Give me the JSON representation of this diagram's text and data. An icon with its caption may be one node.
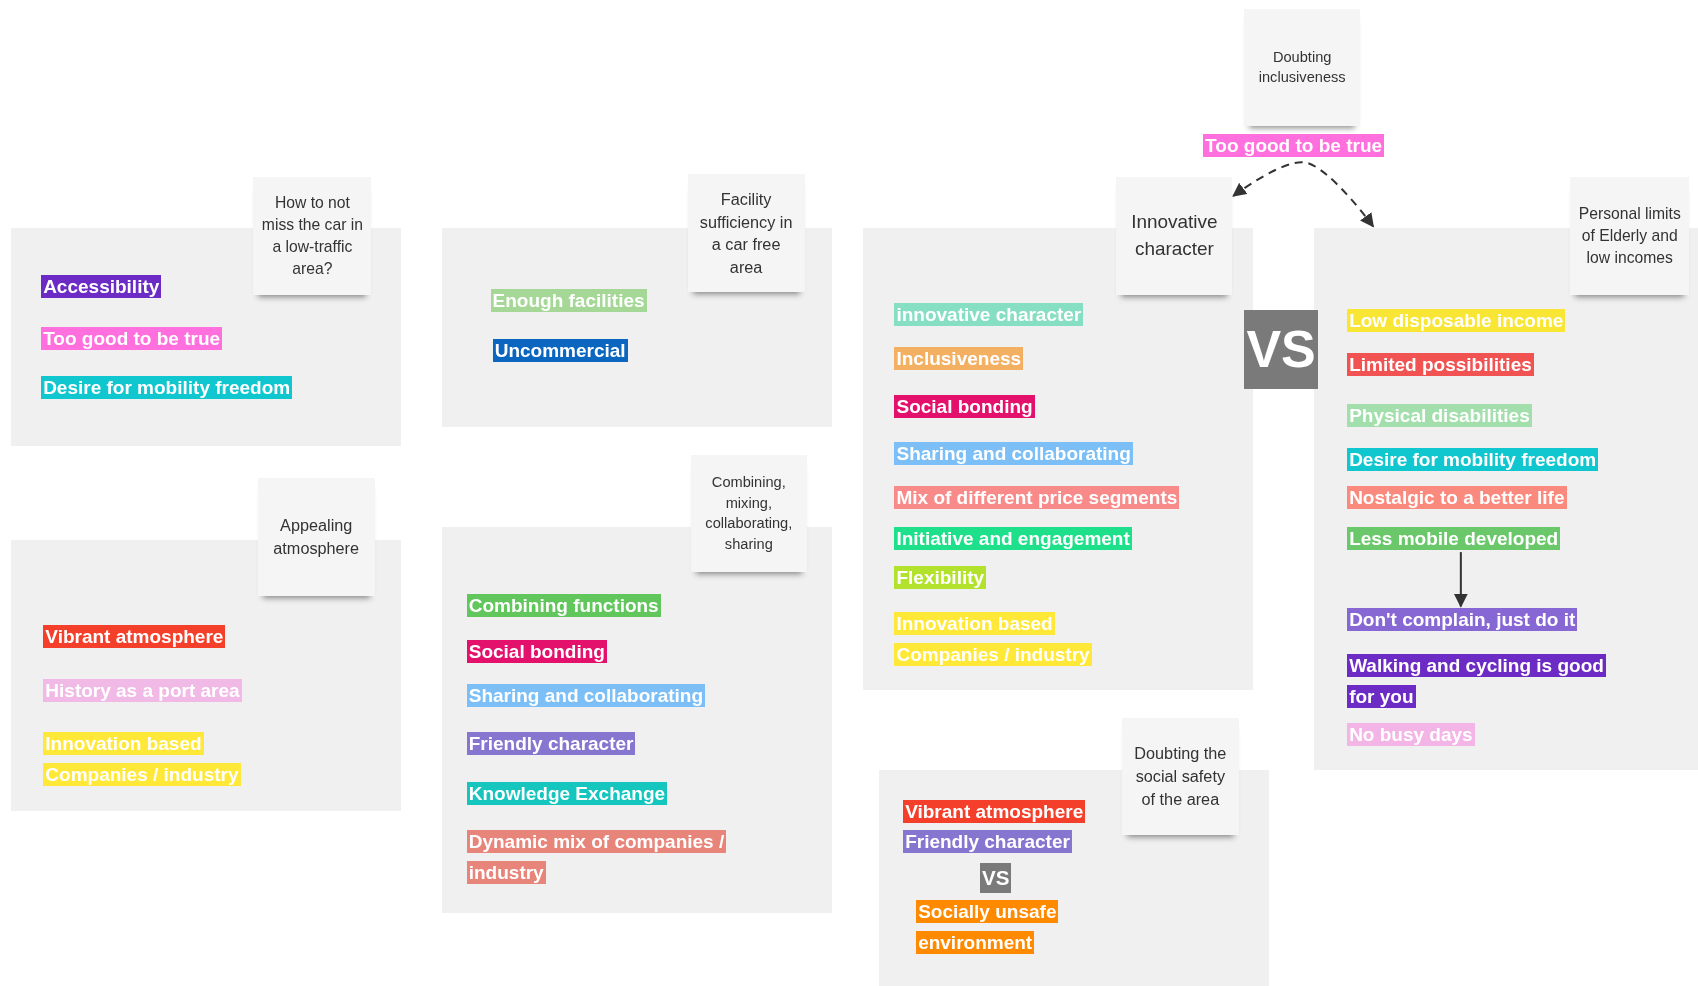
{
  "diagram": {
    "nodes": [
      {
        "text": [
          "Doubting inclusiveness"
        ]
      },
      {
        "text": [
          "Too good to be true"
        ]
      },
      {
        "text": [],
        "shape": "box"
      },
      {
        "text": [
          "How to not miss the car in a low-traffic area?"
        ]
      },
      {
        "text": [
          "Accessibility"
        ],
        "in": 2
      },
      {
        "text": [
          "Too good to be true"
        ],
        "in": 2
      },
      {
        "text": [
          "Desire for mobility freedom"
        ],
        "in": 2
      },
      {
        "text": [],
        "shape": "box"
      },
      {
        "text": [
          "Facility sufficiency in a car free area"
        ]
      },
      {
        "text": [
          "Enough facilities"
        ],
        "in": 7
      },
      {
        "text": [
          "Uncommercial"
        ],
        "in": 7
      },
      {
        "text": [],
        "shape": "box"
      },
      {
        "text": [
          "Innovative character"
        ]
      },
      {
        "text": [
          "innovative character"
        ],
        "in": 11
      },
      {
        "text": [
          "Inclusiveness"
        ],
        "in": 11
      },
      {
        "text": [
          "Social bonding"
        ],
        "in": 11
      },
      {
        "text": [
          "Sharing and collaborating"
        ],
        "in": 11
      },
      {
        "text": [
          "Mix of different price segments"
        ],
        "in": 11
      },
      {
        "text": [
          "Initiative and engagement"
        ],
        "in": 11
      },
      {
        "text": [
          "Flexibility"
        ],
        "in": 11
      },
      {
        "text": [
          "Innovation based Companies / industry"
        ],
        "in": 11
      },
      {
        "text": [
          "VS"
        ]
      },
      {
        "text": [],
        "shape": "box"
      },
      {
        "text": [
          "Personal limits of Elderly and low incomes"
        ]
      },
      {
        "text": [
          "Low disposable income"
        ],
        "in": 22
      },
      {
        "text": [
          "Limited possibilities"
        ],
        "in": 22
      },
      {
        "text": [
          "Physical disabilities"
        ],
        "in": 22
      },
      {
        "text": [
          "Desire for mobility freedom"
        ],
        "in": 22
      },
      {
        "text": [
          "Nostalgic to a better life"
        ],
        "in": 22
      },
      {
        "text": [
          "Less mobile developed"
        ],
        "in": 22
      },
      {
        "text": [
          "Don't complain, just do it"
        ],
        "in": 22
      },
      {
        "text": [
          "Walking and cycling is good for you"
        ],
        "in": 22
      },
      {
        "text": [
          "No busy days"
        ],
        "in": 22
      },
      {
        "text": [],
        "shape": "box"
      },
      {
        "text": [
          "Appealing atmosphere"
        ]
      },
      {
        "text": [
          "Vibrant atmosphere"
        ],
        "in": 33
      },
      {
        "text": [
          "History as a port area"
        ],
        "in": 33
      },
      {
        "text": [
          "Innovation based Companies / industry"
        ],
        "in": 33
      },
      {
        "text": [],
        "shape": "box"
      },
      {
        "text": [
          "Combining, mixing, collaborating, sharing"
        ]
      },
      {
        "text": [
          "Combining functions"
        ],
        "in": 38
      },
      {
        "text": [
          "Social bonding"
        ],
        "in": 38
      },
      {
        "text": [
          "Sharing and collaborating"
        ],
        "in": 38
      },
      {
        "text": [
          "Friendly character"
        ],
        "in": 38
      },
      {
        "text": [
          "Knowledge Exchange"
        ],
        "in": 38
      },
      {
        "text": [
          "Dynamic mix of companies / industry"
        ],
        "in": 38
      },
      {
        "text": [],
        "shape": "box"
      },
      {
        "text": [
          "Doubting the social safety of the area"
        ]
      },
      {
        "text": [
          "Vibrant atmosphere"
        ],
        "in": 46
      },
      {
        "text": [
          "Friendly character"
        ],
        "in": 46
      },
      {
        "text": [
          "VS"
        ],
        "in": 46
      },
      {
        "text": [
          "Socially unsafe environment"
        ],
        "in": 46
      }
    ],
    "edges": [
      {
        "from": 12,
        "to": 22,
        "arrow": "both",
        "style": "dashed"
      },
      {
        "from": 29,
        "to": 30,
        "arrow": "to"
      }
    ]
  }
}
